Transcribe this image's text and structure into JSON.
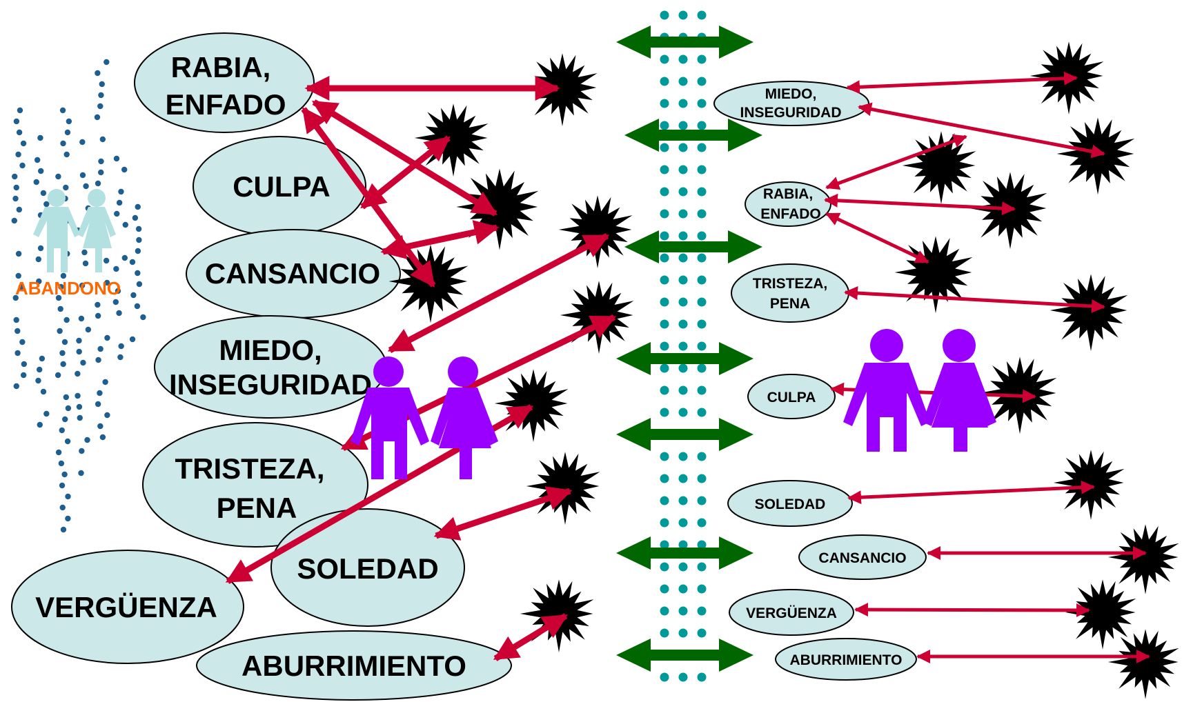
{
  "left_emotions": [
    {
      "id": "rabia",
      "lines": [
        "RABIA,",
        "ENFADO"
      ]
    },
    {
      "id": "culpa",
      "lines": [
        "CULPA"
      ]
    },
    {
      "id": "cansancio",
      "lines": [
        "CANSANCIO"
      ]
    },
    {
      "id": "miedo",
      "lines": [
        "MIEDO,",
        "INSEGURIDAD"
      ]
    },
    {
      "id": "tristeza",
      "lines": [
        "TRISTEZA,",
        "PENA"
      ]
    },
    {
      "id": "soledad",
      "lines": [
        "SOLEDAD"
      ]
    },
    {
      "id": "verguenza",
      "lines": [
        "VERGÜENZA"
      ]
    },
    {
      "id": "aburrimiento",
      "lines": [
        "ABURRIMIENTO"
      ]
    }
  ],
  "right_emotions": [
    {
      "id": "miedo",
      "lines": [
        "MIEDO,",
        "INSEGURIDAD"
      ]
    },
    {
      "id": "rabia",
      "lines": [
        "RABIA,",
        "ENFADO"
      ]
    },
    {
      "id": "tristeza",
      "lines": [
        "TRISTEZA,",
        "PENA"
      ]
    },
    {
      "id": "culpa",
      "lines": [
        "CULPA"
      ]
    },
    {
      "id": "soledad",
      "lines": [
        "SOLEDAD"
      ]
    },
    {
      "id": "cansancio",
      "lines": [
        "CANSANCIO"
      ]
    },
    {
      "id": "verguenza",
      "lines": [
        "VERGÜENZA"
      ]
    },
    {
      "id": "aburrimiento",
      "lines": [
        "ABURRIMIENTO"
      ]
    }
  ],
  "abandono_label": "ABANDONO",
  "colors": {
    "ellipse_fill": "#cce8e8",
    "arrow_red": "#cc0033",
    "arrow_green": "#006600",
    "dots_teal": "#009999",
    "dots_blue": "#1f5f8f",
    "couple_light": "#b3e0e0",
    "couple_purple": "#9900ff",
    "abandono_text": "#ff6600",
    "burst": "#000000"
  }
}
